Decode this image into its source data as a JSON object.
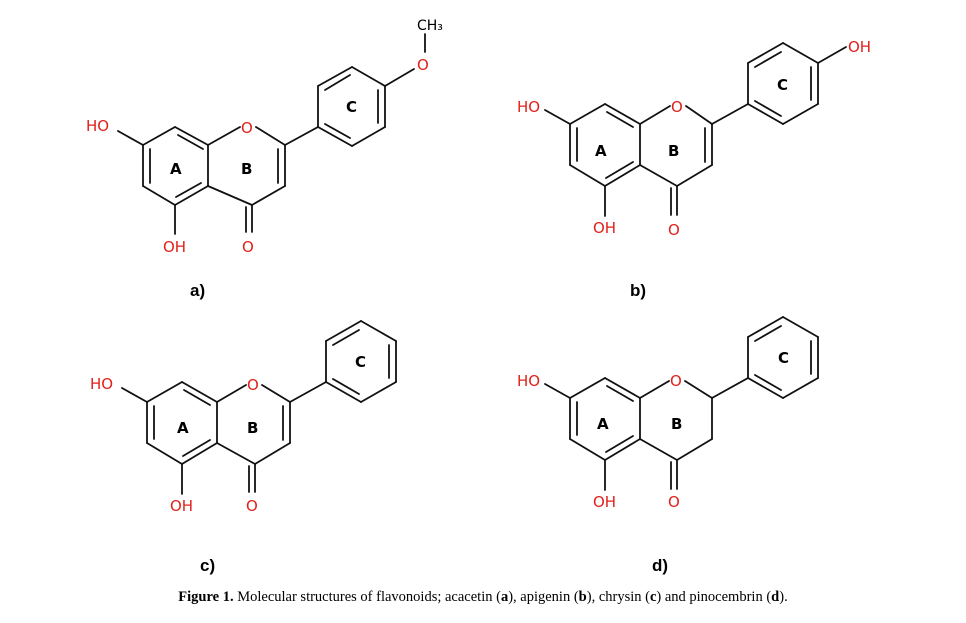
{
  "caption": {
    "prefix": "Figure 1.",
    "text1": " Molecular structures of flavonoids; acacetin (",
    "a": "a",
    "text2": "), apigenin (",
    "b": "b",
    "text3": "), chrysin (",
    "c": "c",
    "text4": ") and pinocembrin (",
    "d": "d",
    "text5": ")."
  },
  "panels": [
    {
      "label": "a)",
      "rings": [
        "A",
        "B",
        "C"
      ],
      "atoms": {
        "ho": "HO",
        "oh5": "OH",
        "o_ring": "O",
        "o_keto": "O",
        "o_methoxy": "O",
        "ch3": "CH₃"
      }
    },
    {
      "label": "b)",
      "rings": [
        "A",
        "B",
        "C"
      ],
      "atoms": {
        "ho": "HO",
        "oh5": "OH",
        "o_ring": "O",
        "o_keto": "O",
        "oh4p": "OH"
      }
    },
    {
      "label": "c)",
      "rings": [
        "A",
        "B",
        "C"
      ],
      "atoms": {
        "ho": "HO",
        "oh5": "OH",
        "o_ring": "O",
        "o_keto": "O"
      }
    },
    {
      "label": "d)",
      "rings": [
        "A",
        "B",
        "C"
      ],
      "atoms": {
        "ho": "HO",
        "oh5": "OH",
        "o_ring": "O",
        "o_keto": "O"
      }
    }
  ],
  "colors": {
    "heteroatom": "#e0201b",
    "bond": "#111111"
  }
}
